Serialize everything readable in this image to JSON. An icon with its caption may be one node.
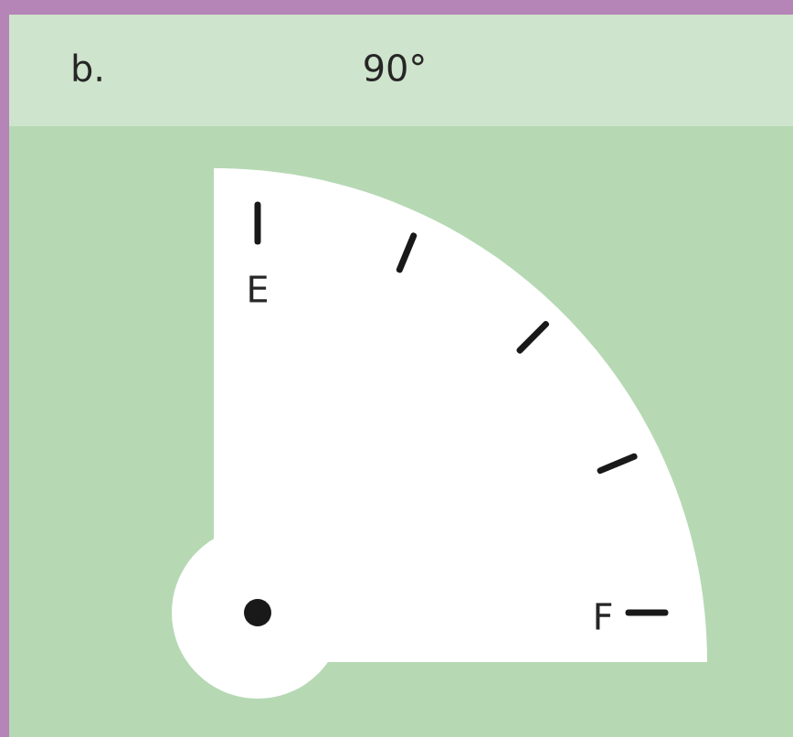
{
  "diagram": {
    "labels": [
      "b.",
      "90°",
      "E",
      "F"
    ]
  }
}
